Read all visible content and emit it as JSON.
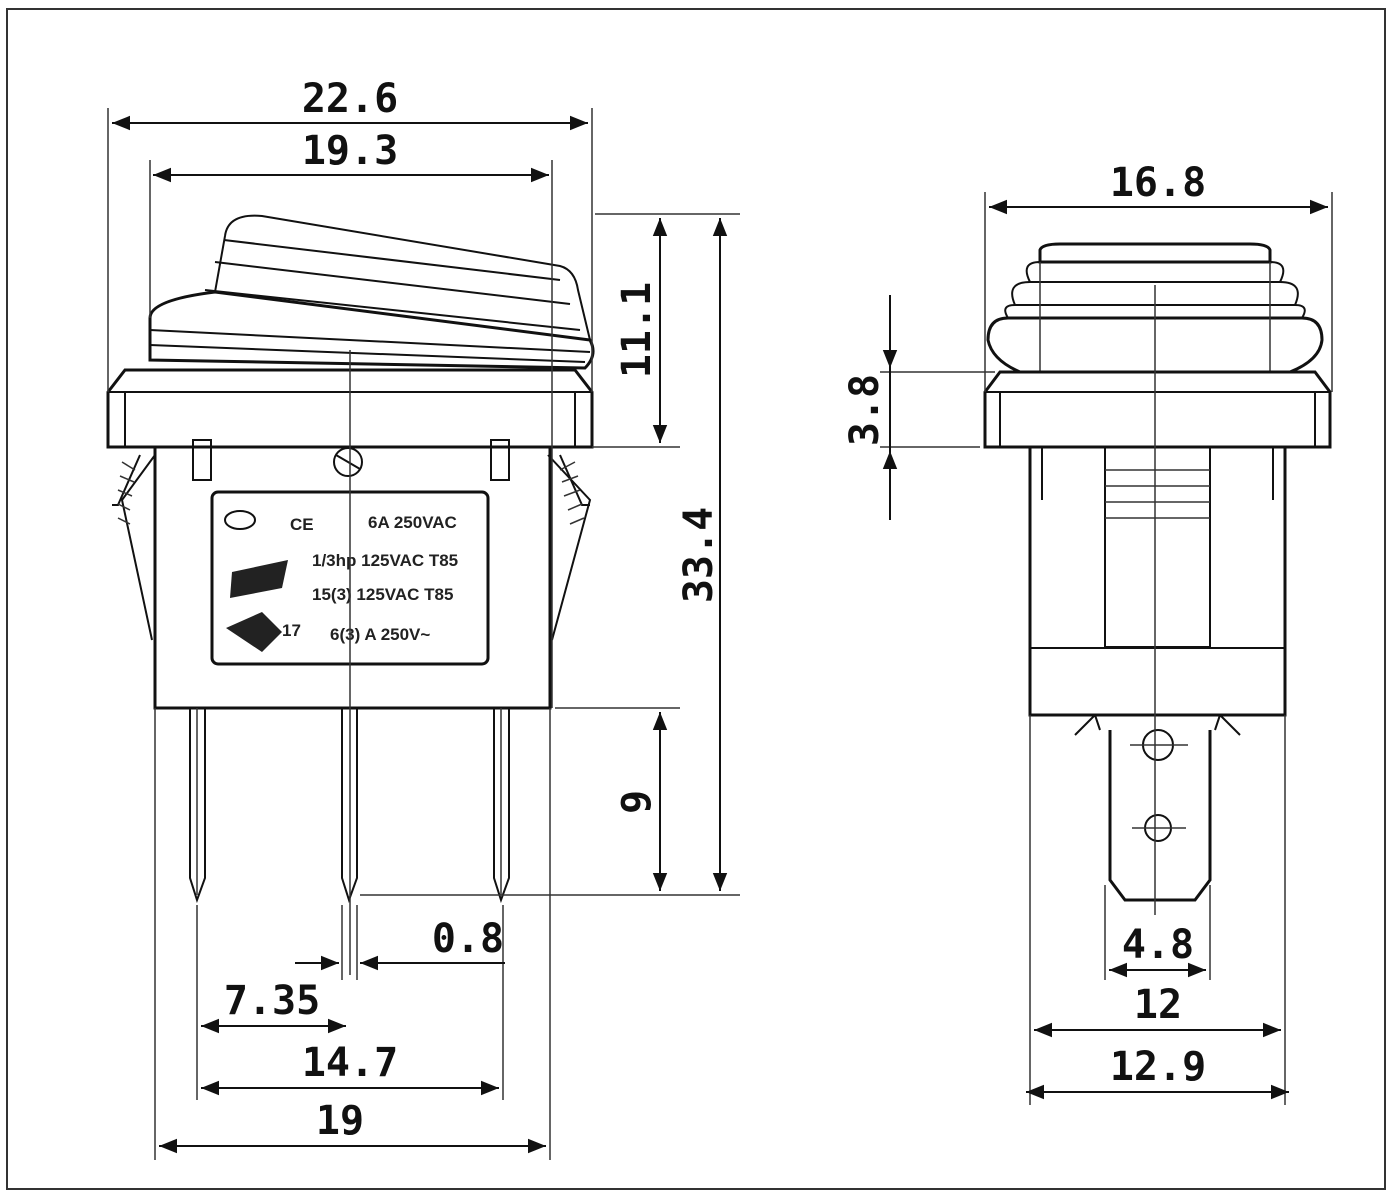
{
  "front_view": {
    "dims": {
      "overall_width": "22.6",
      "rocker_width": "19.3",
      "rocker_height": "11.1",
      "total_height": "33.4",
      "pin_length": "9",
      "pin_width": "0.8",
      "pitch_half": "7.35",
      "pitch": "14.7",
      "body_width": "19"
    },
    "label": {
      "rating1": "6A 250VAC",
      "rating2": "1/3hp 125VAC T85",
      "rating3": "15(3) 125VAC T85",
      "rating4": "6(3) A 250V~",
      "ce_mark": "CE",
      "mark_17": "17"
    }
  },
  "side_view": {
    "dims": {
      "width": "16.8",
      "flange": "3.8",
      "terminal_width": "4.8",
      "body_width": "12",
      "overall_body": "12.9"
    }
  }
}
